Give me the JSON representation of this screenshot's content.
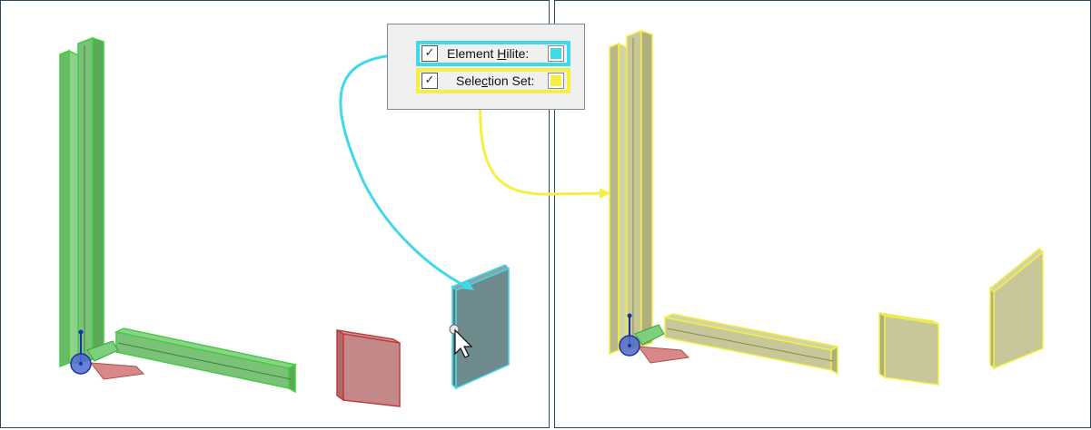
{
  "popup": {
    "element_hilite": {
      "label_pre": "Element ",
      "label_key": "H",
      "label_post": "ilite:",
      "checked_glyph": "✓",
      "checked": true,
      "color": "#3fd9ea"
    },
    "selection_set": {
      "label_pre": "Sele",
      "label_key": "c",
      "label_post": "tion Set:",
      "checked_glyph": "✓",
      "checked": true,
      "color": "#f4f042"
    }
  },
  "colors": {
    "left_beam_fill": "#7cc07a",
    "left_beam_outline": "#3fcf3f",
    "red_plate_fill": "#c48888",
    "red_plate_outline": "#c23c3c",
    "hilite_plate_fill": "#6f8a8c",
    "right_beam_fill": "#c8c79a",
    "right_beam_outline": "#f4f042",
    "callout_cyan": "#3fd9ea",
    "callout_yellow": "#f4f042",
    "viewport_border": "#2a4a5e"
  },
  "icons": [
    "acs-triad-icon",
    "cursor-arrow-icon",
    "check-icon"
  ]
}
